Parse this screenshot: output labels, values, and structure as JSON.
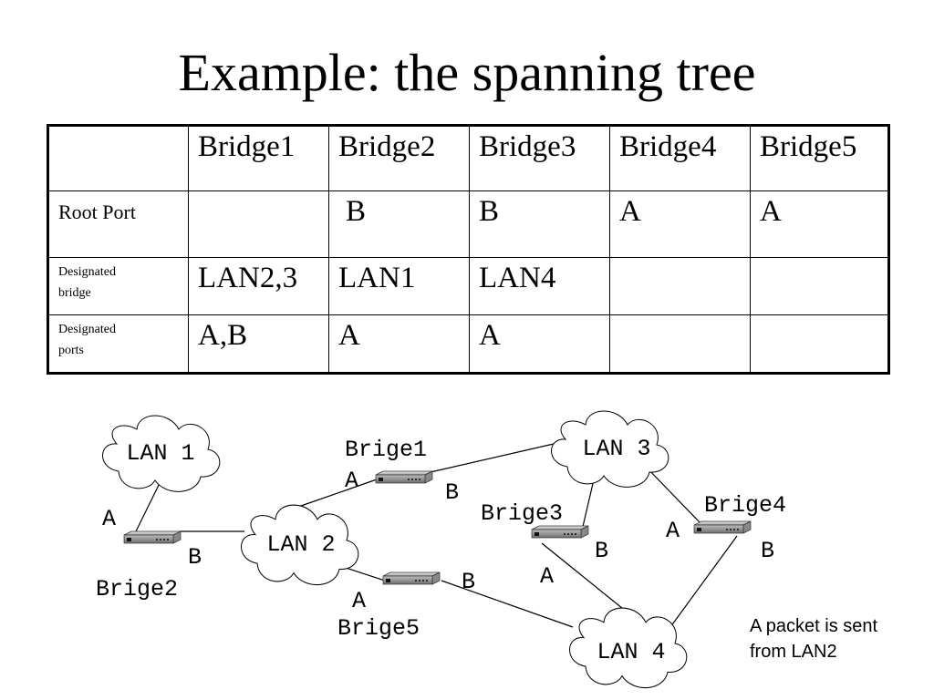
{
  "title": "Example: the spanning tree",
  "table": {
    "headers": [
      "",
      "Bridge1",
      "Bridge2",
      "Bridge3",
      "Bridge4",
      "Bridge5"
    ],
    "rows": [
      {
        "label": "Root Port",
        "cells": [
          "",
          "B",
          "B",
          "A",
          "A"
        ]
      },
      {
        "label_line1": "Designated",
        "label_line2": "bridge",
        "cells": [
          "LAN2,3",
          "LAN1",
          "LAN4",
          "",
          ""
        ]
      },
      {
        "label_line1": "Designated",
        "label_line2": "ports",
        "cells": [
          "A,B",
          "A",
          "A",
          "",
          ""
        ]
      }
    ]
  },
  "diagram": {
    "lans": {
      "lan1": "LAN 1",
      "lan2": "LAN 2",
      "lan3": "LAN 3",
      "lan4": "LAN 4"
    },
    "bridges": {
      "b1": {
        "name": "Brige1",
        "port_a": "A",
        "port_b": "B"
      },
      "b2": {
        "name": "Brige2",
        "port_a": "A",
        "port_b": "B"
      },
      "b3": {
        "name": "Brige3",
        "port_a": "A",
        "port_b": "B"
      },
      "b4": {
        "name": "Brige4",
        "port_a": "A",
        "port_b": "B"
      },
      "b5": {
        "name": "Brige5",
        "port_a": "A",
        "port_b": "B"
      }
    },
    "note_line1": "A packet is sent",
    "note_line2": "from LAN2"
  }
}
